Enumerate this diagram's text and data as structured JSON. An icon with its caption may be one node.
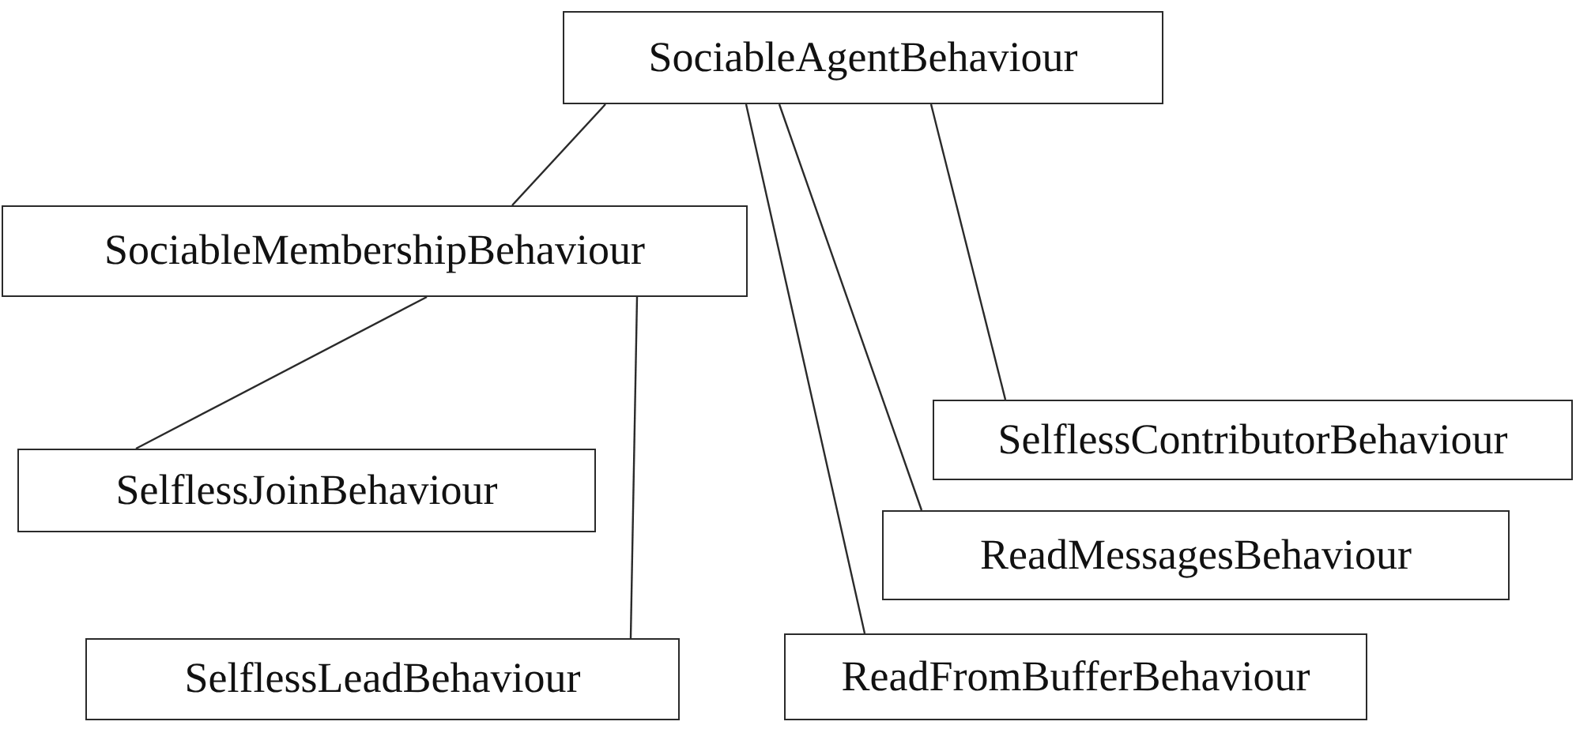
{
  "diagram": {
    "nodes": [
      {
        "text": [
          "SociableAgentBehaviour"
        ]
      },
      {
        "text": [
          "SociableMembershipBehaviour"
        ]
      },
      {
        "text": [
          "SelflessContributorBehaviour"
        ]
      },
      {
        "text": [
          "SelflessJoinBehaviour"
        ]
      },
      {
        "text": [
          "ReadMessagesBehaviour"
        ]
      },
      {
        "text": [
          "SelflessLeadBehaviour"
        ]
      },
      {
        "text": [
          "ReadFromBufferBehaviour"
        ]
      }
    ],
    "edges": [
      {
        "from": 0,
        "to": 1,
        "arrow": "none"
      },
      {
        "from": 0,
        "to": 6,
        "arrow": "none"
      },
      {
        "from": 0,
        "to": 4,
        "arrow": "none"
      },
      {
        "from": 0,
        "to": 2,
        "arrow": "none"
      },
      {
        "from": 1,
        "to": 3,
        "arrow": "none"
      },
      {
        "from": 1,
        "to": 5,
        "arrow": "none"
      }
    ]
  }
}
